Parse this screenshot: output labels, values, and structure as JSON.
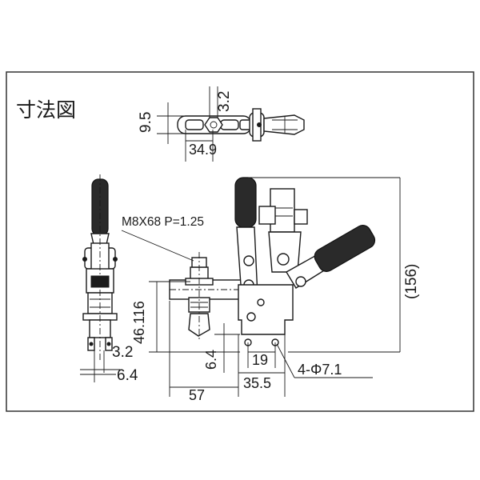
{
  "title": "寸法図",
  "dims": {
    "top_height": "9.5",
    "top_thickness": "3.2",
    "top_width": "34.9",
    "thread": "M8X68 P=1.25",
    "overall_height": "(156)",
    "spindle_height": "46.116",
    "side_thickness": "3.2",
    "side_width": "6.4",
    "base_offset": "6.4",
    "hole_pitch": "19",
    "base_length": "35.5",
    "reach": "57",
    "holes": "4-Φ7.1"
  },
  "colors": {
    "ink": "#1a1a1a",
    "frame": "#333333",
    "grip": "#2a2a2a"
  }
}
